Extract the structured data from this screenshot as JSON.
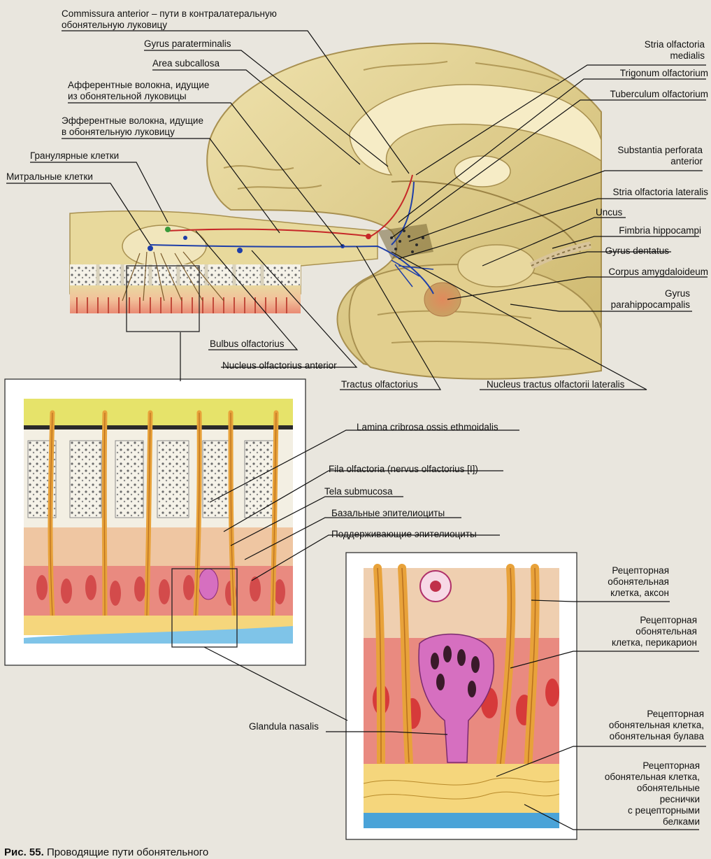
{
  "labels": {
    "commissura": "Commissura anterior – пути в контралатеральную\nобонятельную луковицу",
    "gyrus_parater": "Gyrus paraterminalis",
    "area_subcallosa": "Area subcallosa",
    "afferent": "Афферентные волокна, идущие\nиз обонятельной луковицы",
    "efferent": "Эфферентные волокна, идущие\nв обонятельную луковицу",
    "granular": "Гранулярные клетки",
    "mitral": "Митральные клетки",
    "stria_medialis": "Stria olfactoria\nmedialis",
    "trigonum": "Trigonum olfactorium",
    "tuberculum": "Tuberculum olfactorium",
    "substantia": "Substantia perforata\nanterior",
    "stria_lateralis": "Stria olfactoria lateralis",
    "uncus": "Uncus",
    "fimbria": "Fimbria hippocampi",
    "gyrus_dentatus": "Gyrus dentatus",
    "amygdala": "Corpus amygdaloideum",
    "parahippo": "Gyrus\nparahippocampalis",
    "bulbus": "Bulbus olfactorius",
    "nucleus_ant": "Nucleus olfactorius anterior",
    "tractus": "Tractus olfactorius",
    "nucleus_lat": "Nucleus tractus olfactorii lateralis",
    "lamina": "Lamina cribrosa ossis ethmoidalis",
    "fila": "Fila olfactoria (nervus olfactorius [I])",
    "tela": "Tela submucosa",
    "basal": "Базальные эпителиоциты",
    "support": "Поддерживающие эпителиоциты",
    "axon": "Рецепторная\nобонятельная\nклетка, аксон",
    "perikaryon": "Рецепторная\nобонятельная\nклетка, перикарион",
    "glandula": "Glandula nasalis",
    "bulava": "Рецепторная\nобонятельная клетка,\nобонятельная булава",
    "cilia": "Рецепторная\nобонятельная клетка,\nобонятельные\nреснички\nс рецепторными\nбелками"
  },
  "caption": {
    "prefix": "Рис. 55.",
    "text": "Проводящие пути обонятельного"
  },
  "colors": {
    "brain": "#e6d69a",
    "brain_shadow": "#c9b46a",
    "bone": "#f3efe3",
    "tissue": "#f0b58a",
    "epithelium": "#e06a6a",
    "nerve": "#e8a23a",
    "afferent_red": "#c62828",
    "efferent_blue": "#1e3ea8",
    "mucus": "#7fc4e8",
    "gland": "#d66fc0"
  }
}
